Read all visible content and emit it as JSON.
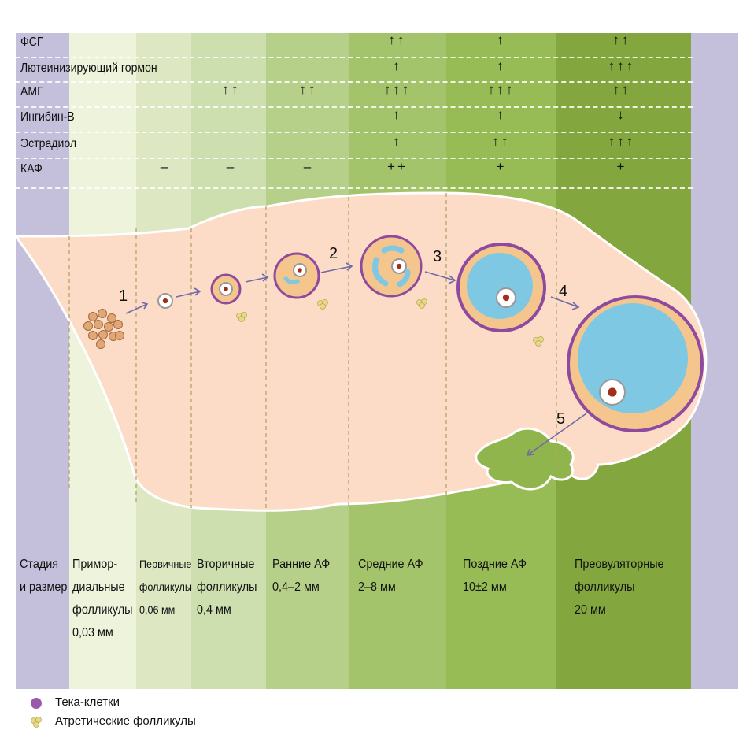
{
  "colors": {
    "theca": "#8e4a9e",
    "purple_band": "#c4c0dc",
    "bands": [
      "#eef3dc",
      "#dde8c2",
      "#cddfae",
      "#b6d08a",
      "#a3c46a",
      "#98bc55",
      "#84a63e"
    ],
    "ovary": "#fcdcc6",
    "fluid": "#7ec8e3",
    "granulosa": "#f5c58e"
  },
  "hormones": {
    "rows": [
      {
        "label": "ФСГ",
        "values": [
          "",
          "",
          "",
          "",
          "↑↑",
          "↑",
          "↑↑"
        ]
      },
      {
        "label": "Лютеинизирующий гормон",
        "values": [
          "",
          "",
          "",
          "",
          "↑",
          "↑",
          "↑↑↑"
        ]
      },
      {
        "label": "АМГ",
        "values": [
          "",
          "",
          "↑↑",
          "↑↑",
          "↑↑↑",
          "↑↑↑",
          "↑↑"
        ]
      },
      {
        "label": "Ингибин-В",
        "values": [
          "",
          "",
          "",
          "",
          "↑",
          "↑",
          "↓"
        ]
      },
      {
        "label": "Эстрадиол",
        "values": [
          "",
          "",
          "",
          "",
          "↑",
          "↑↑",
          "↑↑↑"
        ]
      },
      {
        "label": "КАФ",
        "values": [
          "",
          "–",
          "–",
          "–",
          "++",
          "+",
          "+"
        ]
      }
    ]
  },
  "steps": [
    "1",
    "2",
    "3",
    "4",
    "5"
  ],
  "stages": {
    "header": "Стадия\nи размер",
    "items": [
      "Примор-\nдиальные\nфолликулы\n0,03 мм",
      "Первичные\nфолликулы\n0,06 мм",
      "Вторичные\nфолликулы\n0,4 мм",
      "Ранние АФ\n0,4–2 мм",
      "Средние АФ\n2–8 мм",
      "Поздние АФ\n10±2 мм",
      "Преовуляторные\nфолликулы\n20 мм"
    ]
  },
  "legend": {
    "theca": "Тека-клетки",
    "atretic": "Атретические фолликулы"
  }
}
